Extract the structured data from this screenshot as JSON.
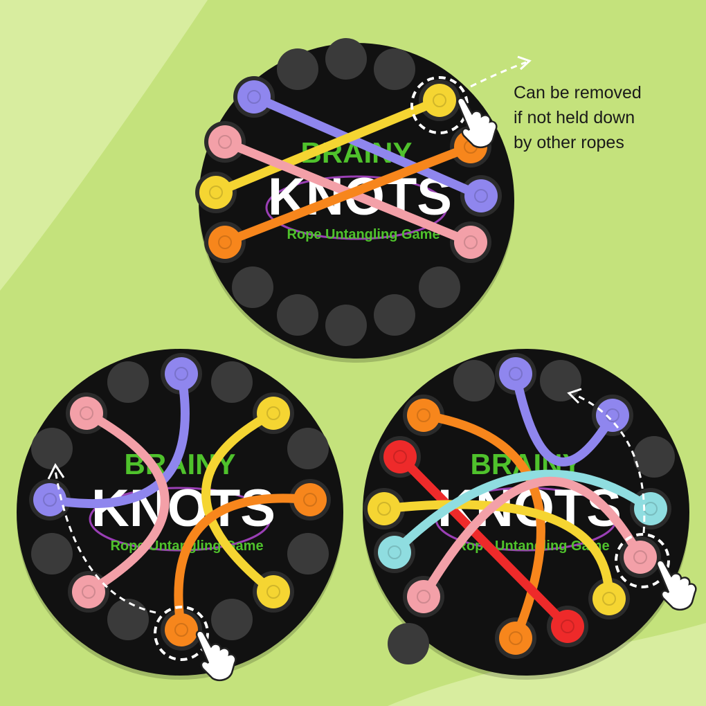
{
  "caption": {
    "lines": [
      "Can be removed",
      "if not held down",
      "by other ropes"
    ]
  },
  "logo": {
    "brand_top": "BRAINY",
    "brand_bottom": "KNOTS",
    "tagline": "Rope Untangling Game"
  },
  "colors": {
    "background": "#c4e27c",
    "background_light": "#d8ed9f",
    "board": "#111111",
    "hole": "#3a3a3a",
    "purple": "#8f86ee",
    "yellow": "#f5d532",
    "pink": "#f3a0a8",
    "orange": "#f7861c",
    "red": "#ee2a2a",
    "cyan": "#8fdde0",
    "logo_green": "#4fc22c",
    "logo_white": "#ffffff",
    "logo_purple": "#9a3fb5"
  },
  "boards": [
    {
      "name": "board-top-solved-step",
      "ropes": [
        "purple",
        "yellow",
        "pink",
        "orange"
      ]
    },
    {
      "name": "board-bottom-left",
      "ropes": [
        "purple",
        "pink",
        "yellow",
        "orange"
      ]
    },
    {
      "name": "board-bottom-right",
      "ropes": [
        "orange",
        "purple",
        "red",
        "yellow",
        "cyan",
        "pink"
      ]
    }
  ]
}
